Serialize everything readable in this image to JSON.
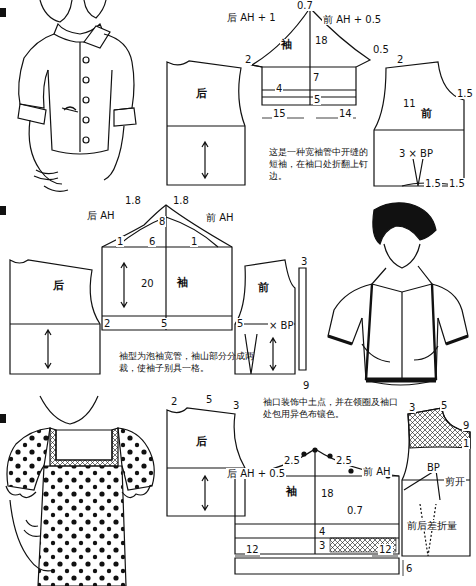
{
  "diagram": {
    "nodes": [
      {
        "text": [
          "后"
        ]
      },
      {
        "text": [
          "袖"
        ]
      },
      {
        "text": [
          "前"
        ]
      },
      {
        "text": [
          "后"
        ]
      },
      {
        "text": [
          "袖"
        ]
      },
      {
        "text": [
          "前"
        ]
      },
      {
        "text": [
          "后"
        ]
      },
      {
        "text": [
          "袖"
        ]
      }
    ],
    "labels": [
      "后 AH + 1",
      "0.7",
      "前 AH + 0.5",
      "18",
      "0.5",
      "7",
      "4",
      "5",
      "15",
      "14",
      "2",
      "2",
      "1.5",
      "11",
      "3 × BP",
      "1.5",
      "1.5",
      "这是一种宽袖管中开缝的短袖，在袖口处折翻上钉边。",
      "1.8",
      "1.8",
      "后 AH",
      "8",
      "前 AH",
      "1",
      "6",
      "1",
      "20",
      "5",
      "2",
      "3",
      "5",
      "× BP",
      "9",
      "袖型为泡袖宽管，袖山部分分成两裁，使袖子别具一格。",
      "2",
      "5",
      "3",
      "袖口装饰中土点，并在领圈及袖口处包用异色布镶色。",
      "后 AH + 0.5",
      "2.5",
      "2.5",
      "前 AH",
      "18",
      "0.7",
      "4",
      "3",
      "12",
      "12",
      "6",
      "3",
      "5",
      "9",
      "1",
      "BP",
      "剪开",
      "前后差折量"
    ]
  }
}
